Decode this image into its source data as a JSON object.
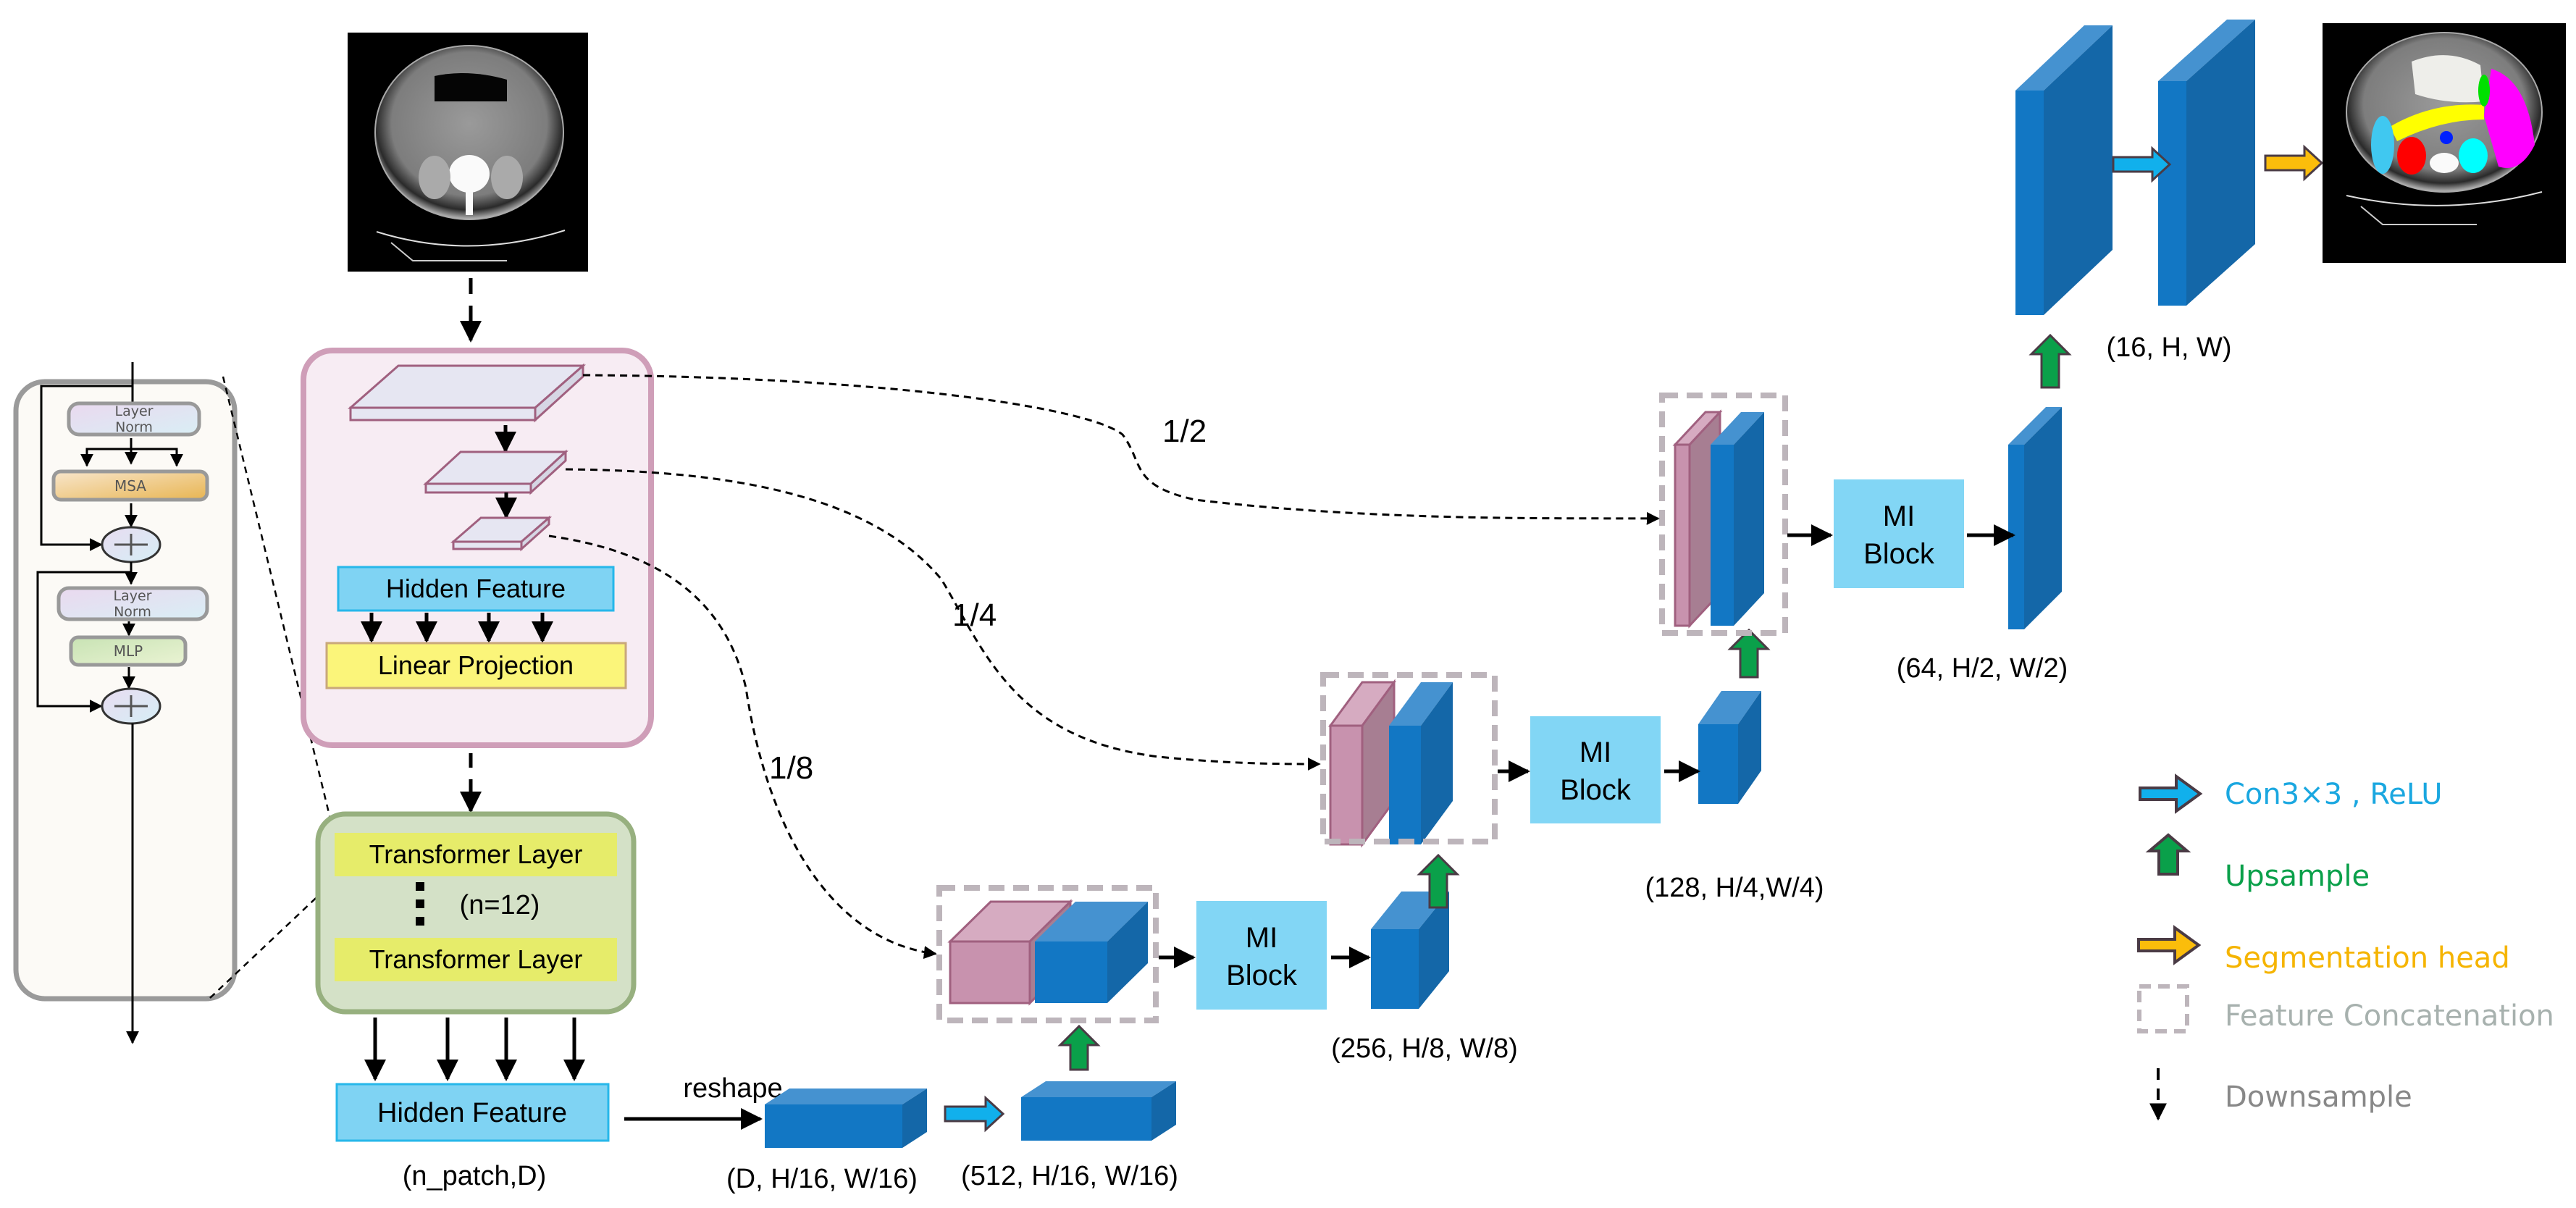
{
  "transformer_layer_detail": {
    "layer_norm_1": "Layer Norm",
    "msa": "MSA",
    "layer_norm_2": "Layer Norm",
    "mlp": "MLP",
    "add_symbol": "+"
  },
  "encoder": {
    "hidden_feature": "Hidden Feature",
    "linear_projection": "Linear Projection"
  },
  "transformer_stack": {
    "layer_top": "Transformer Layer",
    "layer_bottom": "Transformer Layer",
    "count": "(n=12)"
  },
  "hidden_feature_out": {
    "label": "Hidden Feature",
    "shape": "(n_patch,D)"
  },
  "reshape_label": "reshape",
  "skip_labels": {
    "half": "1/2",
    "quarter": "1/4",
    "eighth": "1/8"
  },
  "decoder": {
    "mi_block": {
      "line1": "MI",
      "line2": "Block"
    },
    "shapes": {
      "reshaped": "(D, H/16, W/16)",
      "conv512": "(512, H/16, W/16)",
      "stage256": "(256, H/8, W/8)",
      "stage128": "(128, H/4,W/4)",
      "stage64": "(64, H/2, W/2)",
      "stage16": "(16, H, W)"
    }
  },
  "legend": {
    "items": [
      {
        "label": "Con3×3 , ReLU",
        "color": "#1aa7e0"
      },
      {
        "label": "Upsample",
        "color": "#0aa04a"
      },
      {
        "label": "Segmentation head",
        "color": "#f5b400"
      },
      {
        "label": "Feature Concatenation",
        "color": "#a7b1ae"
      },
      {
        "label": "Downsample",
        "color": "#888888"
      }
    ]
  },
  "colors": {
    "block_blue": "#1277c4",
    "block_blue_dark": "#1467a8",
    "block_blue_top": "#4592d0",
    "skip_pink": "#c892ae",
    "mi_block": "#82d6f5",
    "hidden_feature": "#7fd3f3",
    "linear_projection": "#fbf57a",
    "transformer_layer": "#e6ec6a",
    "upsample_green": "#0aa04a",
    "conv_arrow": "#11b0ec",
    "seg_arrow": "#fbbd0b"
  }
}
